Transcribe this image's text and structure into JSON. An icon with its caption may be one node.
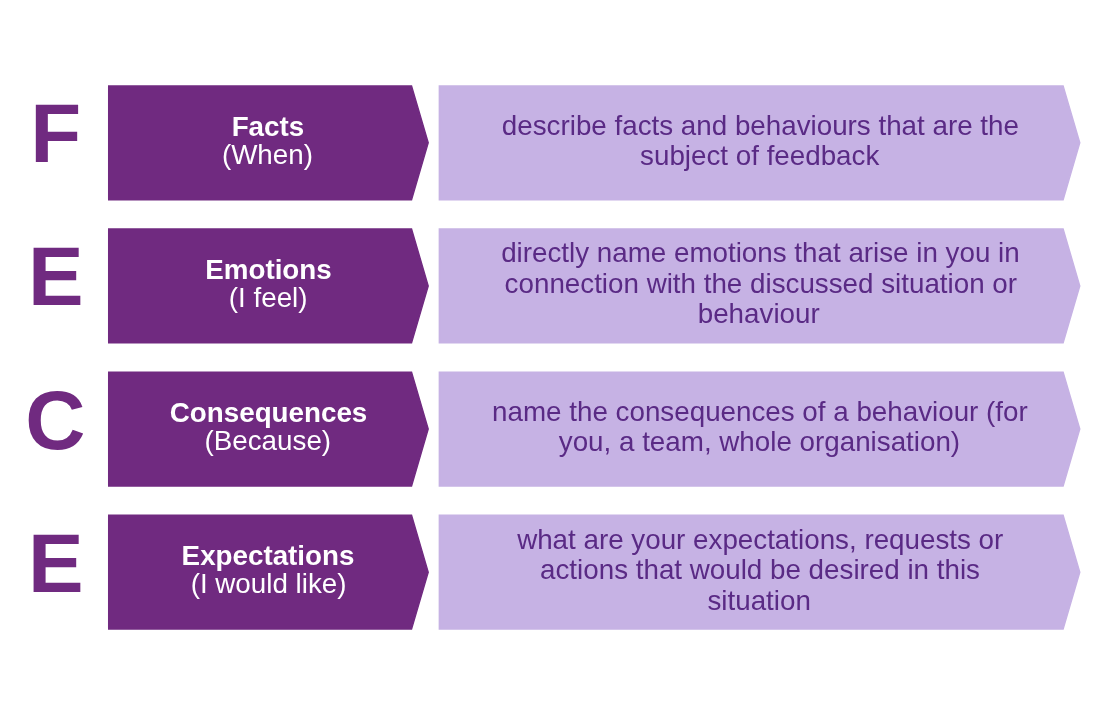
{
  "diagram": {
    "nodes": [
      {
        "text": [
          "Facts",
          "(When)"
        ],
        "beside": [
          "F"
        ]
      },
      {
        "text": [
          "describe facts and behaviours that are the subject of feedback"
        ]
      },
      {
        "text": [
          "Emotions",
          "(I feel)"
        ],
        "beside": [
          "E"
        ]
      },
      {
        "text": [
          "directly name emotions that arise in you in connection with the discussed situation or behaviour"
        ]
      },
      {
        "text": [
          "Consequences",
          "(Because)"
        ],
        "beside": [
          "C"
        ]
      },
      {
        "text": [
          "name the consequences of a behaviour (for you, a team, whole organisation)"
        ]
      },
      {
        "text": [
          "Expectations",
          "(I would like)"
        ],
        "beside": [
          "E"
        ]
      },
      {
        "text": [
          "what are your expectations, requests or actions that would be desired in this situation"
        ]
      }
    ]
  }
}
